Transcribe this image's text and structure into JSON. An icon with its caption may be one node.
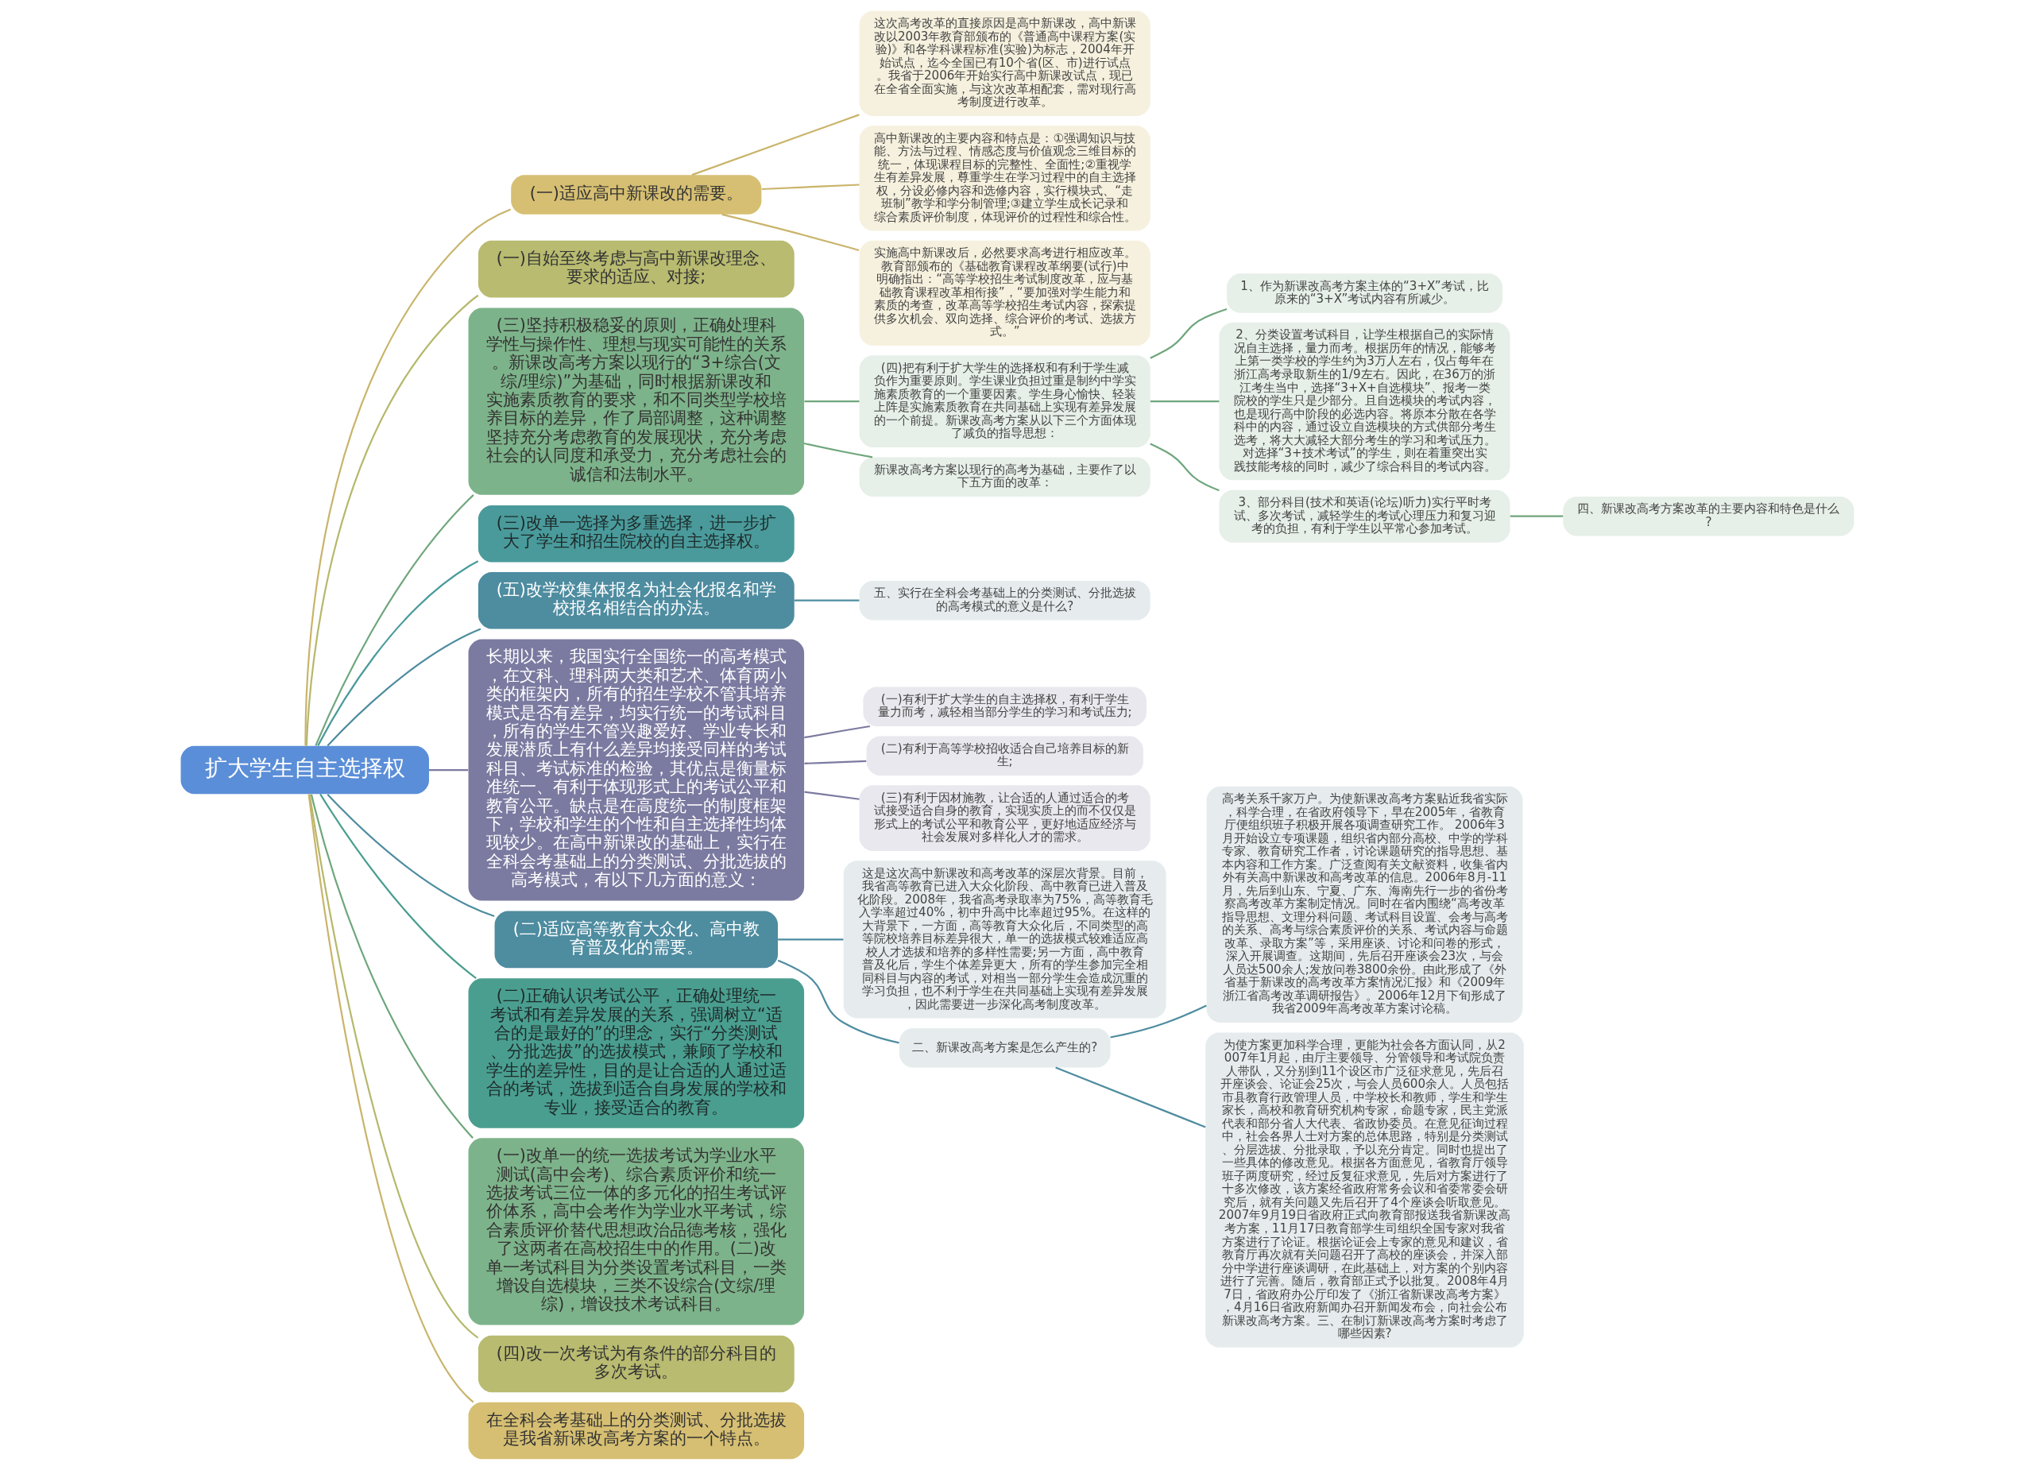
{
  "diagram": {
    "nodes": [
      {
        "text": [
          "扩大学生自主选择权"
        ]
      },
      {
        "text": [
          "(一)适应高中新课改的需要。"
        ]
      },
      {
        "text": [
          "这次高考改革的直接原因是高中新课改，高中新课改以2003年教育部颁布的《普通高中课程方案(实验)》和各学科课程标准(实验)为标志，2004年开始试点，迄今全国已有10个省(区、市)进行试点。我省于2006年开始实行高中新课改试点，现已在全省全面实施，与这次改革相配套，需对现行高考制度进行改革。"
        ]
      },
      {
        "text": [
          "高中新课改的主要内容和特点是：①强调知识与技能、方法与过程、情感态度与价值观念三维目标的统一，体现课程目标的完整性、全面性;②重视学生有差异发展，尊重学生在学习过程中的自主选择权，分设必修内容和选修内容，实行模块式、“走班制”教学和学分制管理;③建立学生成长记录和综合素质评价制度，体现评价的过程性和综合性。"
        ]
      },
      {
        "text": [
          "实施高中新课改后，必然要求高考进行相应改革。教育部颁布的《基础教育课程改革纲要(试行)中明确指出：“高等学校招生考试制度改革，应与基础教育课程改革相衔接”，“要加强对学生能力和素质的考查，改革高等学校招生考试内容，探索提供多次机会、双向选择、综合评价的考试、选拔方式。”"
        ]
      },
      {
        "text": [
          "(一)自始至终考虑与高中新课改理念、要求的适应、对接;"
        ]
      },
      {
        "text": [
          "(三)坚持积极稳妥的原则，正确处理科学性与操作性、理想与现实可能性的关系。新课改高考方案以现行的“3+综合(文综/理综)”为基础，同时根据新课改和实施素质教育的要求，和不同类型学校培养目标的差异，作了局部调整，这种调整坚持充分考虑教育的发展现状，充分考虑社会的认同度和承受力，充分考虑社会的诚信和法制水平。"
        ]
      },
      {
        "text": [
          "(四)把有利于扩大学生的选择权和有利于学生减负作为重要原则。学生课业负担过重是制约中学实施素质教育的一个重要因素。学生身心愉快、轻装上阵是实施素质教育在共同基础上实现有差异发展的一个前提。新课改高考方案从以下三个方面体现了减负的指导思想："
        ]
      },
      {
        "text": [
          "1、作为新课改高考方案主体的“3+X”考试，比原来的“3+X”考试内容有所减少。"
        ]
      },
      {
        "text": [
          "2、分类设置考试科目，让学生根据自己的实际情况自主选择，量力而考。根据历年的情况，能够考上第一类学校的学生约为3万人左右，仅占每年在浙江高考录取新生的1/9左右。因此，在36万的浙江考生当中，选择“3+X+自选模块”、报考一类院校的学生只是少部分。且自选模块的考试内容，也是现行高中阶段的必选内容。将原本分散在各学科中的内容，通过设立自选模块的方式供部分考生选考，将大大减轻大部分考生的学习和考试压力。对选择“3+技术考试”的学生，则在着重突出实践技能考核的同时，减少了综合科目的考试内容。"
        ]
      },
      {
        "text": [
          "3、部分科目(技术和英语(论坛)听力)实行平时考试、多次考试，减轻学生的考试心理压力和复习迎考的负担，有利于学生以平常心参加考试。"
        ]
      },
      {
        "text": [
          "四、新课改高考方案改革的主要内容和特色是什么?"
        ]
      },
      {
        "text": [
          "新课改高考方案以现行的高考为基础，主要作了以下五方面的改革："
        ]
      },
      {
        "text": [
          "(三)改单一选择为多重选择，进一步扩大了学生和招生院校的自主选择权。"
        ]
      },
      {
        "text": [
          "(五)改学校集体报名为社会化报名和学校报名相结合的办法。"
        ]
      },
      {
        "text": [
          "五、实行在全科会考基础上的分类测试、分批选拔的高考模式的意义是什么?"
        ]
      },
      {
        "text": [
          "长期以来，我国实行全国统一的高考模式，在文科、理科两大类和艺术、体育两小类的框架内，所有的招生学校不管其培养模式是否有差异，均实行统一的考试科目，所有的学生不管兴趣爱好、学业专长和发展潜质上有什么差异均接受同样的考试科目、考试标准的检验，其优点是衡量标准统一、有利于体现形式上的考试公平和教育公平。缺点是在高度统一的制度框架下，学校和学生的个性和自主选择性均体现较少。在高中新课改的基础上，实行在全科会考基础上的分类测试、分批选拔的高考模式，有以下几方面的意义："
        ]
      },
      {
        "text": [
          "(一)有利于扩大学生的自主选择权，有利于学生量力而考，减轻相当部分学生的学习和考试压力;"
        ]
      },
      {
        "text": [
          "(二)有利于高等学校招收适合自己培养目标的新生;"
        ]
      },
      {
        "text": [
          "(三)有利于因材施教，让合适的人通过适合的考试接受适合自身的教育，实现实质上的而不仅仅是形式上的考试公平和教育公平，更好地适应经济与社会发展对多样化人才的需求。"
        ]
      },
      {
        "text": [
          "(二)适应高等教育大众化、高中教育普及化的需要。"
        ]
      },
      {
        "text": [
          "这是这次高中新课改和高考改革的深层次背景。目前，我省高等教育已进入大众化阶段、高中教育已进入普及化阶段。2008年，我省高考录取率为75%，高等教育毛入学率超过40%，初中升高中比率超过95%。在这样的大背景下，一方面，高等教育大众化后，不同类型的高等院校培养目标差异很大，单一的选拔模式较难适应高校人才选拔和培养的多样性需要;另一方面，高中教育普及化后，学生个体差异更大，所有的学生参加完全相同科目与内容的考试，对相当一部分学生会造成沉重的学习负担，也不利于学生在共同基础上实现有差异发展，因此需要进一步深化高考制度改革。"
        ]
      },
      {
        "text": [
          "二、新课改高考方案是怎么产生的?"
        ]
      },
      {
        "text": [
          "高考关系千家万户。为使新课改高考方案贴近我省实际，科学合理，在省政府领导下，早在2005年，省教育厅便组织班子积极开展各项调查研究工作。 2006年3月开始设立专项课题，组织省内部分高校、中学的学科专家、教育研究工作者，讨论课题研究的指导思想、基本内容和工作方案。广泛查阅有关文献资料，收集省内外有关高中新课改和高考改革的信息。2006年8月-11月，先后到山东、宁夏、广东、海南先行一步的省份考察高考改革方案制定情况。同时在省内围绕“高考改革指导思想、文理分科问题、考试科目设置、会考与高考的关系、高考与综合素质评价的关系、考试内容与命题改革、录取方案”等，采用座谈、讨论和问卷的形式，深入开展调查。这期间，先后召开座谈会23次，与会人员达500余人;发放问卷3800余份。由此形成了《外省基于新课改的高考改革方案情况汇报》和《2009年浙江省高考改革调研报告》。2006年12月下旬形成了我省2009年高考改革方案讨论稿。"
        ]
      },
      {
        "text": [
          "为使方案更加科学合理，更能为社会各方面认同，从2007年1月起，由厅主要领导、分管领导和考试院负责人带队，又分别到11个设区市广泛征求意见，先后召开座谈会、论证会25次，与会人员600余人。人员包括市县教育行政管理人员，中学校长和教师，学生和学生家长，高校和教育研究机构专家，命题专家，民主党派代表和部分省人大代表、省政协委员。在意见征询过程中，社会各界人士对方案的总体思路，特别是分类测试、分层选拔、分批录取，予以充分肯定。同时也提出了一些具体的修改意见。根据各方面意见，省教育厅领导班子两度研究，经过反复征求意见，先后对方案进行了十多次修改，该方案经省政府常务会议和省委常委会研究后，就有关问题又先后召开了4个座谈会听取意见。2007年9月19日省政府正式向教育部报送我省新课改高考方案，11月17日教育部学生司组织全国专家对我省方案进行了论证。根据论证会上专家的意见和建议，省教育厅再次就有关问题召开了高校的座谈会，并深入部分中学进行座谈调研，在此基础上，对方案的个别内容进行了完善。随后，教育部正式予以批复。2008年4月7日，省政府办公厅印发了《浙江省新课改高考方案》，4月16日省政府新闻办召开新闻发布会，向社会公布新课改高考方案。三、在制订新课改高考方案时考虑了哪些因素?"
        ]
      },
      {
        "text": [
          "(二)正确认识考试公平，正确处理统一考试和有差异发展的关系，强调树立“适合的是最好的”的理念，实行“分类测试、分批选拔”的选拔模式，兼顾了学校和学生的差异性，目的是让合适的人通过适合的考试，选拔到适合自身发展的学校和专业，接受适合的教育。"
        ]
      },
      {
        "text": [
          "(一)改单一的统一选拔考试为学业水平测试(高中会考)、综合素质评价和统一选拔考试三位一体的多元化的招生考试评价体系，高中会考作为学业水平考试，综合素质评价替代思想政治品德考核，强化了这两者在高校招生中的作用。(二)改单一考试科目为分类设置考试科目，一类增设自选模块，三类不设综合(文综/理综)，增设技术考试科目。"
        ]
      },
      {
        "text": [
          "(四)改一次考试为有条件的部分科目的多次考试。"
        ]
      },
      {
        "text": [
          "在全科会考基础上的分类测试、分批选拔是我省新课改高考方案的一个特点。"
        ]
      }
    ],
    "edges": [
      {
        "from": 0,
        "to": 1,
        "arrow": "none",
        "color": "#c9b46a"
      },
      {
        "from": 1,
        "to": 2,
        "arrow": "none",
        "color": "#c9b46a"
      },
      {
        "from": 1,
        "to": 3,
        "arrow": "none",
        "color": "#c9b46a"
      },
      {
        "from": 1,
        "to": 4,
        "arrow": "none",
        "color": "#c9b46a"
      },
      {
        "from": 0,
        "to": 5,
        "arrow": "none",
        "color": "#b5b86b"
      },
      {
        "from": 0,
        "to": 6,
        "arrow": "none",
        "color": "#6fa67c"
      },
      {
        "from": 6,
        "to": 7,
        "arrow": "none",
        "color": "#6fa67c"
      },
      {
        "from": 7,
        "to": 8,
        "arrow": "none",
        "color": "#6fa67c"
      },
      {
        "from": 7,
        "to": 9,
        "arrow": "none",
        "color": "#6fa67c"
      },
      {
        "from": 7,
        "to": 10,
        "arrow": "none",
        "color": "#6fa67c"
      },
      {
        "from": 10,
        "to": 11,
        "arrow": "none",
        "color": "#6fa67c"
      },
      {
        "from": 6,
        "to": 12,
        "arrow": "none",
        "color": "#6fa67c"
      },
      {
        "from": 0,
        "to": 13,
        "arrow": "none",
        "color": "#4a9a9b"
      },
      {
        "from": 0,
        "to": 14,
        "arrow": "none",
        "color": "#4e8ca0"
      },
      {
        "from": 14,
        "to": 15,
        "arrow": "none",
        "color": "#4e8ca0"
      },
      {
        "from": 0,
        "to": 16,
        "arrow": "none",
        "color": "#7b7aa0"
      },
      {
        "from": 16,
        "to": 17,
        "arrow": "none",
        "color": "#7b7aa0"
      },
      {
        "from": 16,
        "to": 18,
        "arrow": "none",
        "color": "#7b7aa0"
      },
      {
        "from": 16,
        "to": 19,
        "arrow": "none",
        "color": "#7b7aa0"
      },
      {
        "from": 0,
        "to": 20,
        "arrow": "none",
        "color": "#4e8ca0"
      },
      {
        "from": 20,
        "to": 21,
        "arrow": "none",
        "color": "#4e8ca0"
      },
      {
        "from": 20,
        "to": 22,
        "arrow": "none",
        "color": "#4e8ca0"
      },
      {
        "from": 22,
        "to": 23,
        "arrow": "none",
        "color": "#4e8ca0"
      },
      {
        "from": 22,
        "to": 24,
        "arrow": "none",
        "color": "#4e8ca0"
      },
      {
        "from": 0,
        "to": 25,
        "arrow": "none",
        "color": "#4a9e8f"
      },
      {
        "from": 0,
        "to": 26,
        "arrow": "none",
        "color": "#6fa67c"
      },
      {
        "from": 0,
        "to": 27,
        "arrow": "none",
        "color": "#b5b86b"
      },
      {
        "from": 0,
        "to": 28,
        "arrow": "none",
        "color": "#c9b46a"
      }
    ]
  }
}
